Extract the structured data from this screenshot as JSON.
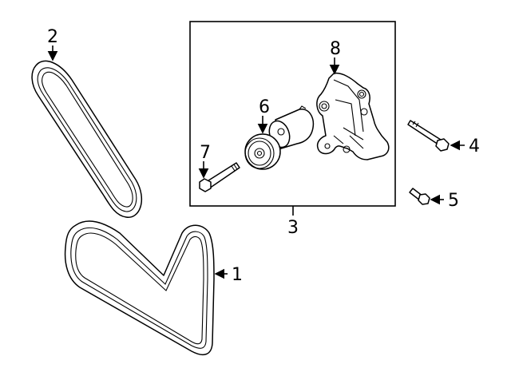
{
  "diagram": {
    "callouts": [
      {
        "id": "1",
        "part": "serpentine-belt"
      },
      {
        "id": "2",
        "part": "belt"
      },
      {
        "id": "3",
        "part": "tensioner-assembly"
      },
      {
        "id": "4",
        "part": "long-bolt"
      },
      {
        "id": "5",
        "part": "short-bolt"
      },
      {
        "id": "6",
        "part": "tensioner-pulley"
      },
      {
        "id": "7",
        "part": "bolt"
      },
      {
        "id": "8",
        "part": "mounting-bracket"
      }
    ],
    "colors": {
      "line": "#000000",
      "background": "#ffffff"
    }
  }
}
